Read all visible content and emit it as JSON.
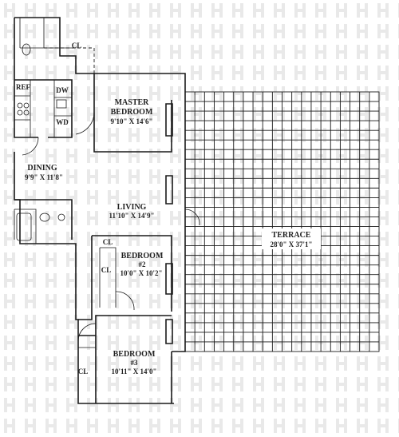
{
  "rooms": {
    "master_bedroom": {
      "name_line1": "MASTER",
      "name_line2": "BEDROOM",
      "dims": "9'10\" X 14'6\""
    },
    "dining": {
      "name": "DINING",
      "dims": "9'9\" X 11'8\""
    },
    "living": {
      "name": "LIVING",
      "dims": "11'10\" X 14'9\""
    },
    "terrace": {
      "name": "TERRACE",
      "dims": "28'0\" X 37'1\""
    },
    "bedroom2": {
      "name": "BEDROOM",
      "number": "#2",
      "dims": "10'0\" X 10'2\""
    },
    "bedroom3": {
      "name": "BEDROOM",
      "number": "#3",
      "dims": "10'11\" X 14'0\""
    }
  },
  "fixtures": {
    "closet_top": "CL",
    "closet_bedroom2_a": "CL",
    "closet_bedroom2_b": "CL",
    "closet_bedroom3": "CL",
    "refrigerator": "REF",
    "dishwasher": "DW",
    "washer_dryer": "WD"
  },
  "colors": {
    "line": "#1a1a1a",
    "watermark": "#e9e9e9",
    "background": "#ffffff"
  }
}
